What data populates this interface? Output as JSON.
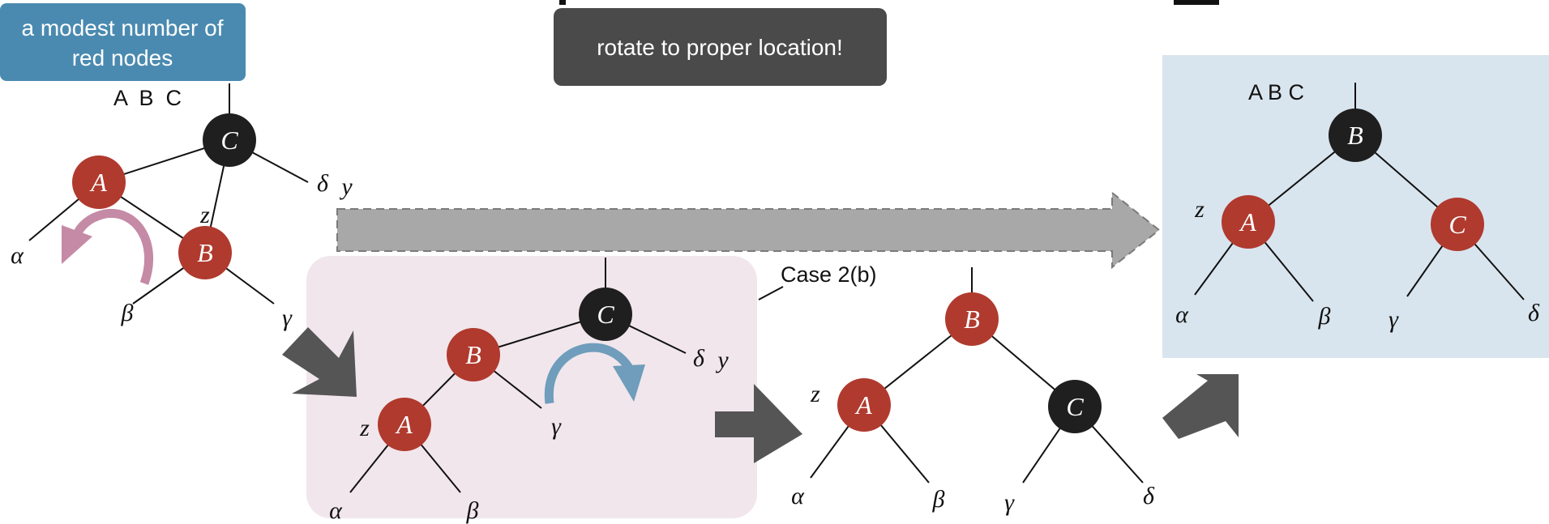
{
  "callouts": {
    "red_nodes": "a modest number of red nodes",
    "rotate": "rotate to proper location!"
  },
  "labels": {
    "abc_left": "A  B  C",
    "abc_right": "A B C",
    "case": "Case 2(b)"
  },
  "trees": [
    {
      "id": "tree1",
      "nodes": [
        {
          "label": "C",
          "color": "black"
        },
        {
          "label": "A",
          "color": "red"
        },
        {
          "label": "B",
          "color": "red"
        }
      ],
      "leaves": [
        "α",
        "β",
        "γ",
        "δ"
      ],
      "vars": [
        "z",
        "y"
      ]
    },
    {
      "id": "tree2",
      "nodes": [
        {
          "label": "C",
          "color": "black"
        },
        {
          "label": "B",
          "color": "red"
        },
        {
          "label": "A",
          "color": "red"
        }
      ],
      "leaves": [
        "α",
        "β",
        "γ",
        "δ"
      ],
      "vars": [
        "z",
        "y"
      ]
    },
    {
      "id": "tree3",
      "nodes": [
        {
          "label": "B",
          "color": "red"
        },
        {
          "label": "A",
          "color": "red"
        },
        {
          "label": "C",
          "color": "black"
        }
      ],
      "leaves": [
        "α",
        "β",
        "γ",
        "δ"
      ],
      "vars": [
        "z"
      ]
    },
    {
      "id": "tree4",
      "nodes": [
        {
          "label": "B",
          "color": "black"
        },
        {
          "label": "A",
          "color": "red"
        },
        {
          "label": "C",
          "color": "red"
        }
      ],
      "leaves": [
        "α",
        "β",
        "γ",
        "δ"
      ],
      "vars": [
        "z"
      ]
    }
  ],
  "colors": {
    "red_node": "#b03a2e",
    "black_node": "#1f1f1f",
    "callout_blue": "#4a8ab0",
    "callout_gray": "#4a4a4a",
    "arrow_gray": "#5a5a5a",
    "band_gray": "#a8a8a8",
    "pink_panel": "#f1e6ec",
    "blue_panel": "#d9e5ee",
    "rotate_left": "#c58aa6",
    "rotate_right": "#6f9dbb"
  }
}
